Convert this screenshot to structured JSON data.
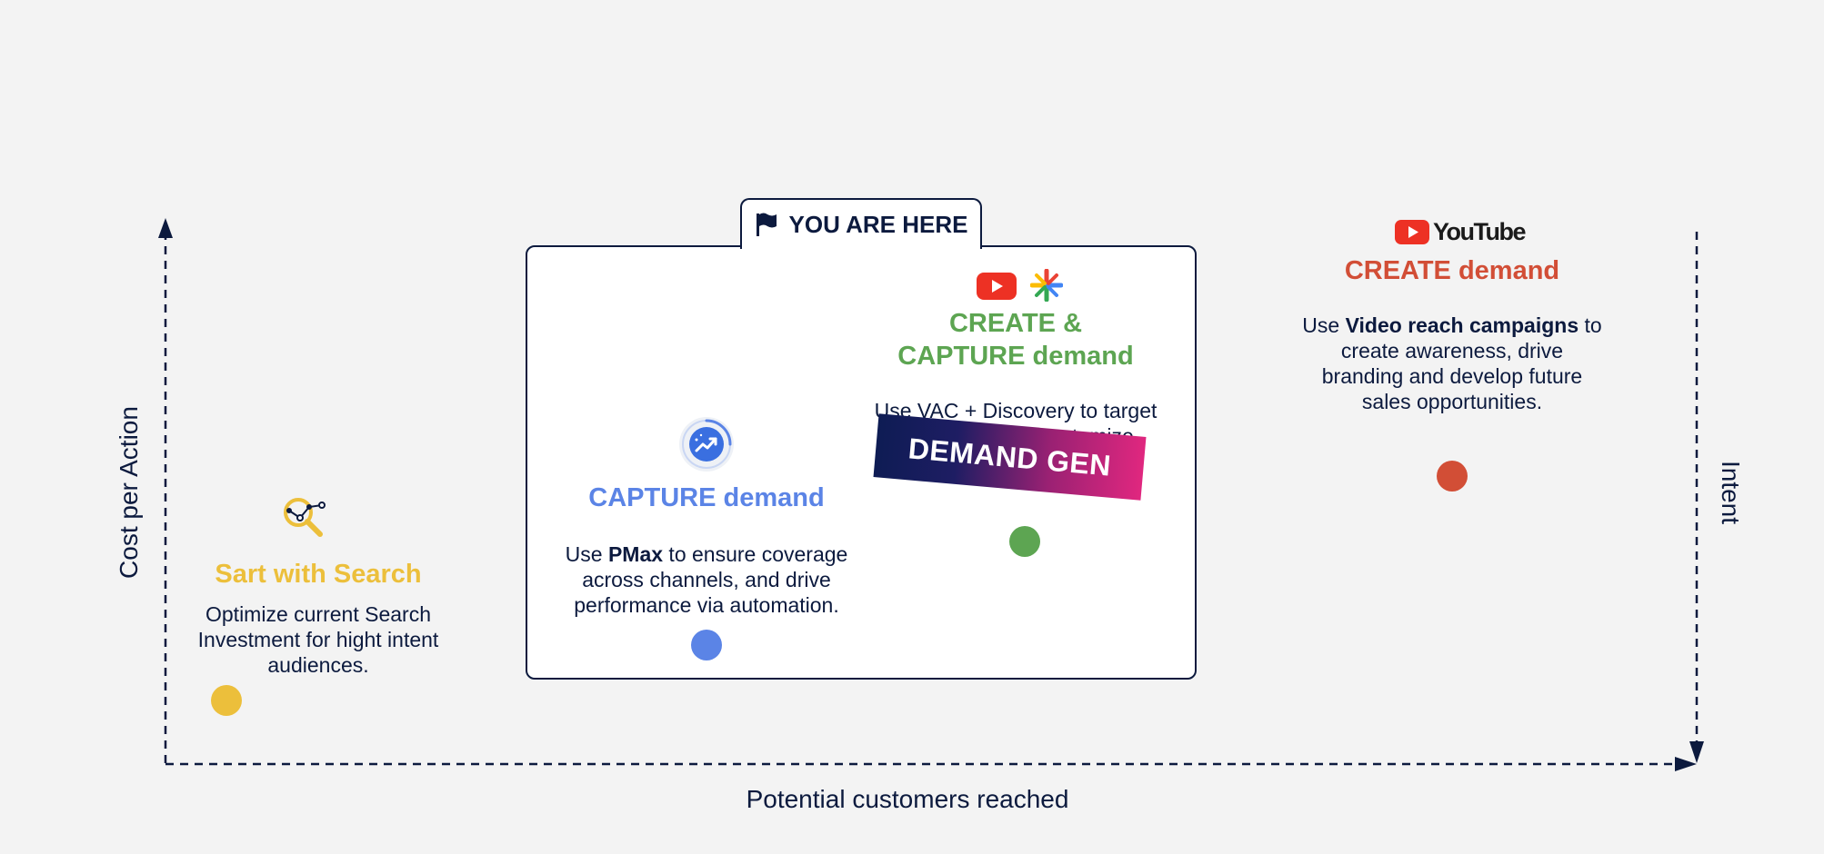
{
  "axes": {
    "y_label": "Cost per Action",
    "x_label": "Potential customers reached",
    "right_label": "Intent"
  },
  "you_are_here": "YOU ARE HERE",
  "stages": {
    "search": {
      "title": "Sart with Search",
      "desc": "Optimize current Search Investment for hight intent audiences.",
      "color": "#ecbf3b"
    },
    "capture": {
      "title": "CAPTURE demand",
      "desc_pre": "Use ",
      "desc_bold": "PMax",
      "desc_post": " to ensure coverage across channels, and drive performance via automation.",
      "color": "#5b84e6"
    },
    "create_capture": {
      "title_line1": "CREATE &",
      "title_line2": "CAPTURE demand",
      "desc": "Use VAC + Discovery to target audiences and customize creatives to drive intent.",
      "color": "#5da552"
    },
    "create": {
      "logo_text": "YouTube",
      "title": "CREATE demand",
      "desc_pre": "Use ",
      "desc_bold": "Video reach campaigns",
      "desc_post": " to create awareness, drive branding and develop future sales opportunities.",
      "color": "#d24e36"
    }
  },
  "badge": "DEMAND GEN"
}
